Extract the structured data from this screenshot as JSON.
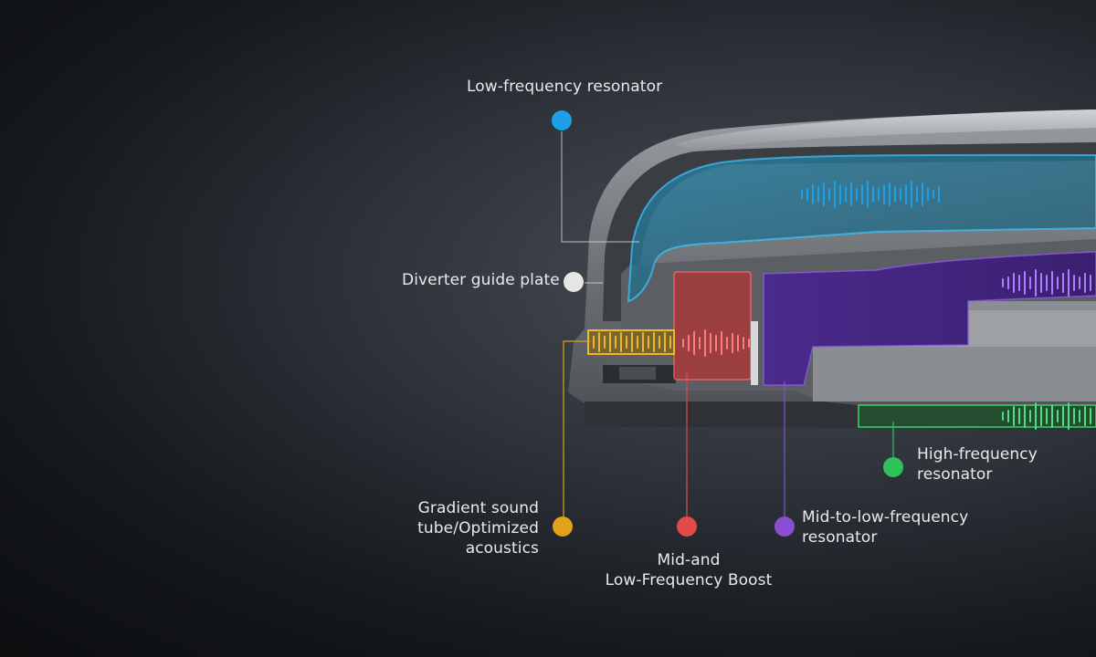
{
  "colors": {
    "low_frequency": "#1ea0e6",
    "diverter": "#e6e6e6",
    "gradient_tube": "#e0a216",
    "mid_low_boost": "#e24a4a",
    "mid_to_low": "#8a4fd0",
    "high_frequency": "#30c25a"
  },
  "callouts": {
    "low_frequency_resonator": {
      "line1": "Low-frequency resonator"
    },
    "diverter_guide_plate": {
      "line1": "Diverter guide plate"
    },
    "gradient_sound_tube": {
      "line1": "Gradient sound",
      "line2": "tube/Optimized",
      "line3": "acoustics"
    },
    "mid_and_low_boost": {
      "line1": "Mid-and",
      "line2": "Low-Frequency Boost"
    },
    "mid_to_low_resonator": {
      "line1": "Mid-to-low-frequency",
      "line2": "resonator"
    },
    "high_frequency_resonator": {
      "line1": "High-frequency",
      "line2": "resonator"
    }
  }
}
